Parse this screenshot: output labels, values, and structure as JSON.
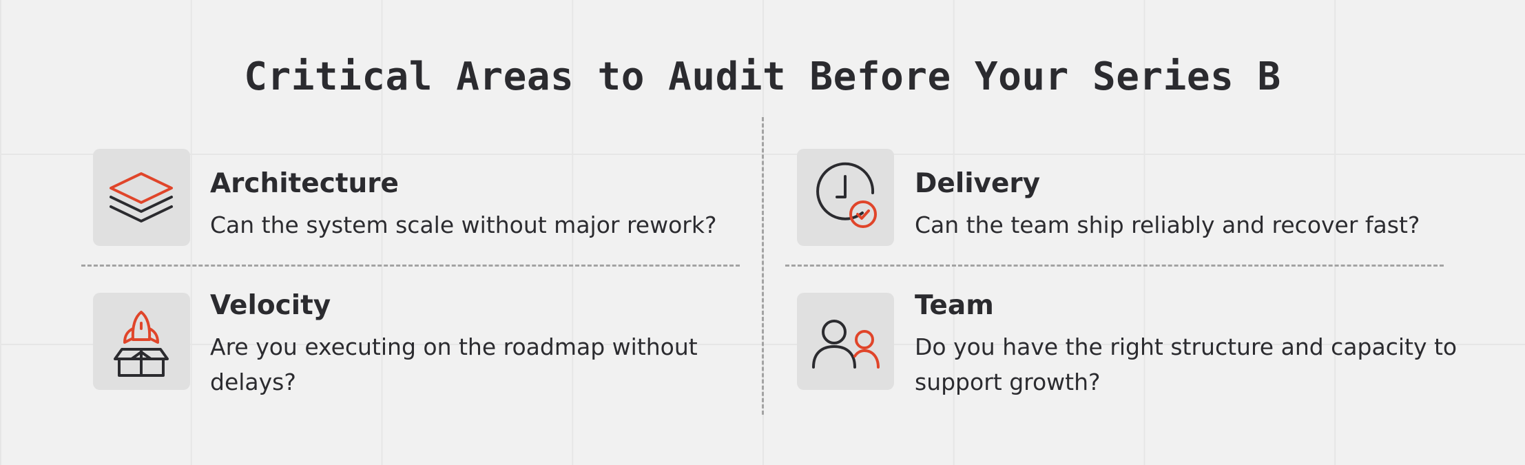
{
  "title": "Critical Areas to Audit Before Your Series B",
  "colors": {
    "background": "#f1f1f1",
    "accent": "#e0452a",
    "ink": "#2b2b2f",
    "icon_tile": "#e0e0e0",
    "divider": "#a3a3a3"
  },
  "cards": [
    {
      "title": "Architecture",
      "description": "Can the system scale without major rework?",
      "icon": "layers-icon"
    },
    {
      "title": "Delivery",
      "description": "Can the team ship reliably and recover fast?",
      "icon": "clock-check-icon"
    },
    {
      "title": "Velocity",
      "description": "Are you executing on the roadmap without delays?",
      "icon": "rocket-box-icon"
    },
    {
      "title": "Team",
      "description": "Do you have the right structure and capacity to support growth?",
      "icon": "users-icon"
    }
  ]
}
